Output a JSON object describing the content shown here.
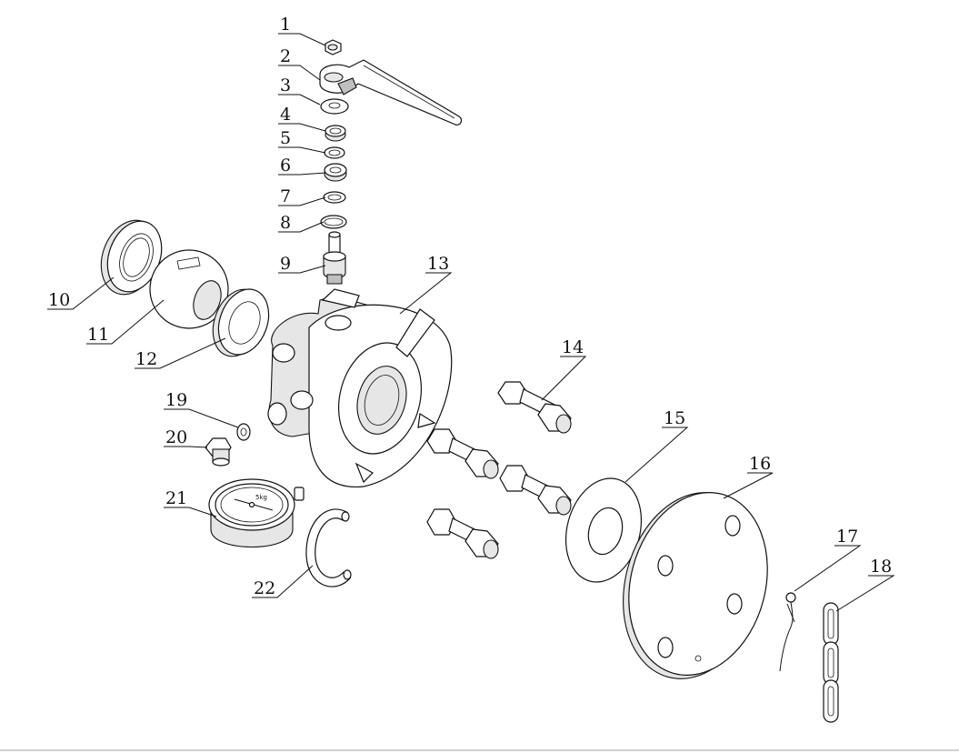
{
  "diagram": {
    "kind": "exploded-assembly",
    "callouts": [
      {
        "id": "c1",
        "label": "1"
      },
      {
        "id": "c2",
        "label": "2"
      },
      {
        "id": "c3",
        "label": "3"
      },
      {
        "id": "c4",
        "label": "4"
      },
      {
        "id": "c5",
        "label": "5"
      },
      {
        "id": "c6",
        "label": "6"
      },
      {
        "id": "c7",
        "label": "7"
      },
      {
        "id": "c8",
        "label": "8"
      },
      {
        "id": "c9",
        "label": "9"
      },
      {
        "id": "c10",
        "label": "10"
      },
      {
        "id": "c11",
        "label": "11"
      },
      {
        "id": "c12",
        "label": "12"
      },
      {
        "id": "c13",
        "label": "13"
      },
      {
        "id": "c14",
        "label": "14"
      },
      {
        "id": "c15",
        "label": "15"
      },
      {
        "id": "c16",
        "label": "16"
      },
      {
        "id": "c17",
        "label": "17"
      },
      {
        "id": "c18",
        "label": "18"
      },
      {
        "id": "c19",
        "label": "19"
      },
      {
        "id": "c20",
        "label": "20"
      },
      {
        "id": "c21",
        "label": "21"
      },
      {
        "id": "c22",
        "label": "22"
      }
    ],
    "gauge_text": "5kg"
  }
}
